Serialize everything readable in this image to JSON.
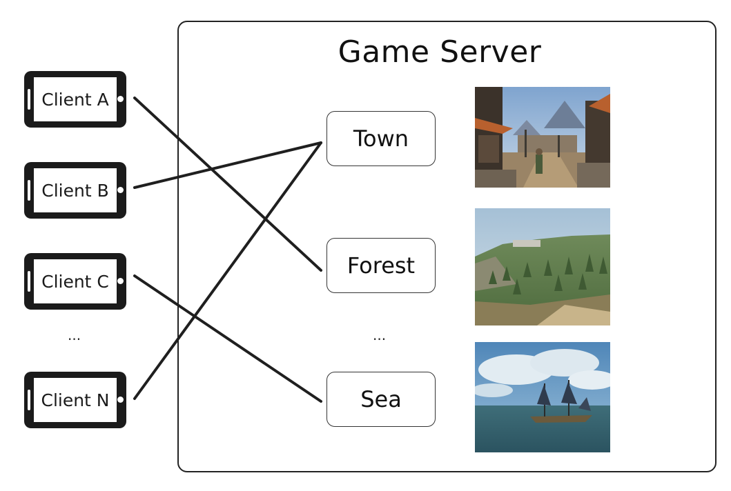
{
  "server": {
    "title": "Game Server"
  },
  "clients": [
    {
      "label": "Client A"
    },
    {
      "label": "Client B"
    },
    {
      "label": "Client C"
    },
    {
      "label": "Client N"
    }
  ],
  "clients_ellipsis": "...",
  "zones": [
    {
      "label": "Town"
    },
    {
      "label": "Forest"
    },
    {
      "label": "Sea"
    }
  ],
  "zones_ellipsis": "...",
  "connections": [
    {
      "from": "Client A",
      "to": "Forest"
    },
    {
      "from": "Client B",
      "to": "Town"
    },
    {
      "from": "Client C",
      "to": "Sea"
    },
    {
      "from": "Client N",
      "to": "Town"
    }
  ],
  "scenes": [
    {
      "zone": "Town",
      "icon": "town-scene-image"
    },
    {
      "zone": "Forest",
      "icon": "forest-scene-image"
    },
    {
      "zone": "Sea",
      "icon": "sea-scene-image"
    }
  ]
}
